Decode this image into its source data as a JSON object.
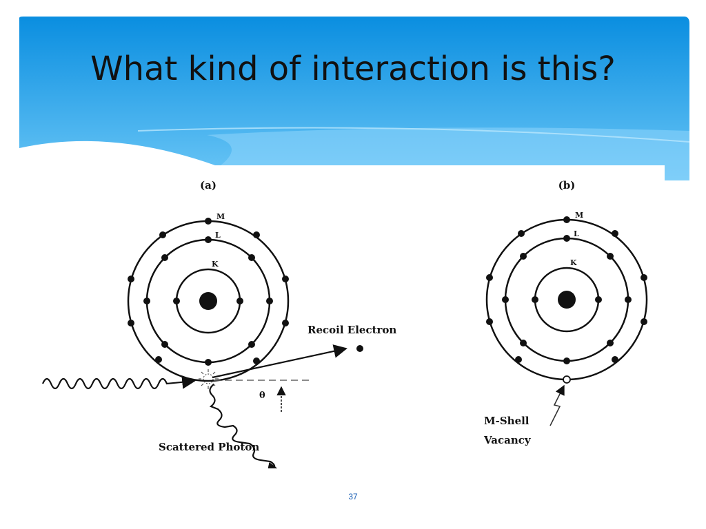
{
  "slide": {
    "title": "What kind of interaction is this?",
    "page_number": "37"
  },
  "diagram": {
    "panel_a": {
      "label": "(a)",
      "shell_labels": [
        "M",
        "L",
        "K"
      ],
      "recoil_label": "Recoil Electron",
      "angle_label": "θ",
      "scattered_label": "Scattered Photon"
    },
    "panel_b": {
      "label": "(b)",
      "shell_labels": [
        "M",
        "L",
        "K"
      ],
      "vacancy_label_line1": "M-Shell",
      "vacancy_label_line2": "Vacancy"
    }
  },
  "colors": {
    "banner_top": "#0b8fe0",
    "banner_bottom": "#5cc0f5",
    "title_text": "#111111",
    "page_number": "#1a5fb4"
  }
}
